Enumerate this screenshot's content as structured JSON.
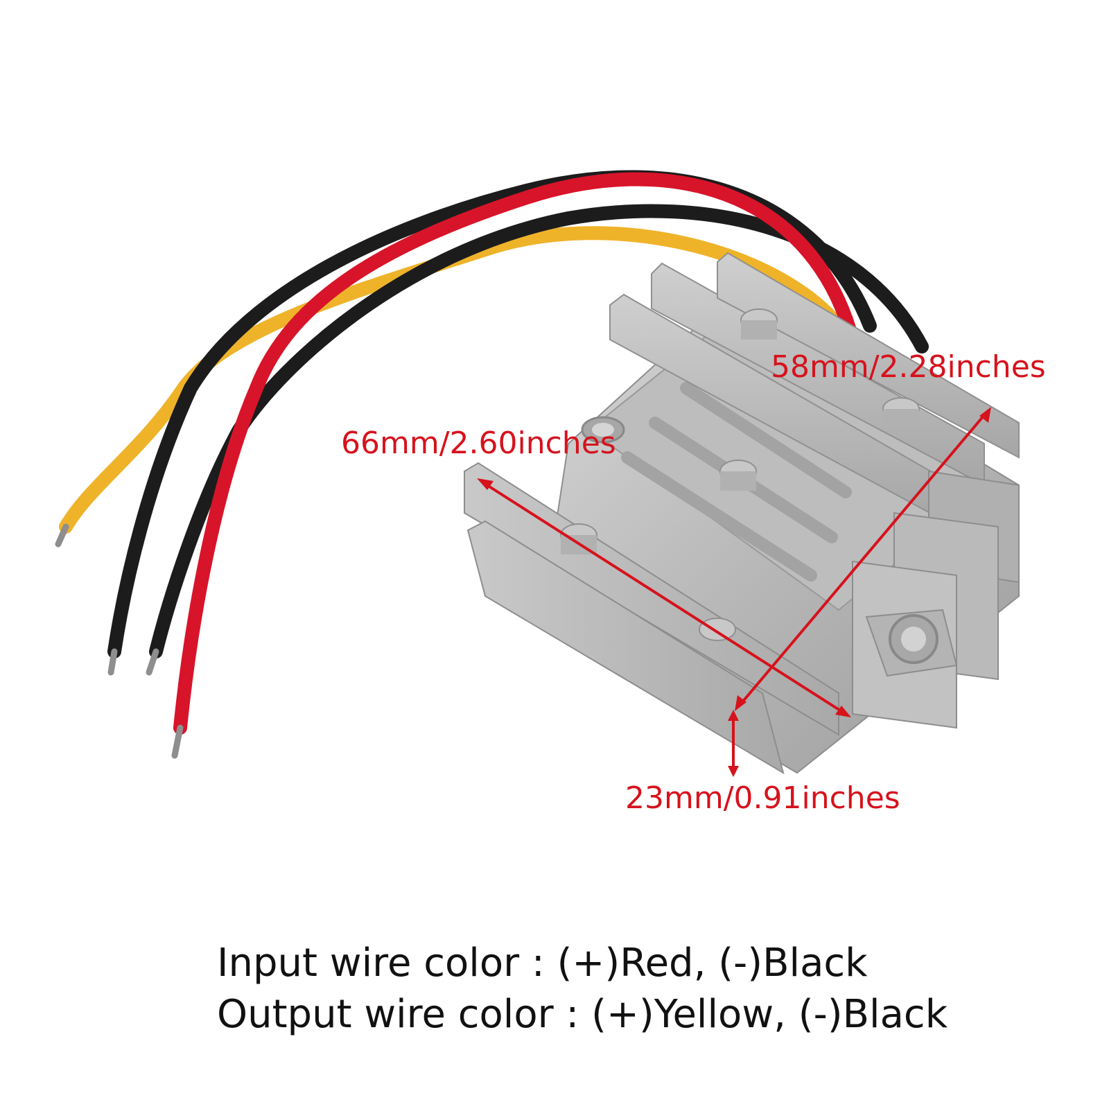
{
  "colors": {
    "background": "#ffffff",
    "annotation_red": "#d6121c",
    "wire_red": "#d8142a",
    "wire_black": "#1c1c1c",
    "wire_yellow": "#efb32a",
    "heatsink_silver": "#b9b9b9"
  },
  "dimensions": {
    "length": "66mm/2.60inches",
    "width": "58mm/2.28inches",
    "height": "23mm/0.91inches"
  },
  "caption": {
    "input": "Input wire color : (+)Red, (-)Black",
    "output": "Output wire color : (+)Yellow, (-)Black"
  }
}
